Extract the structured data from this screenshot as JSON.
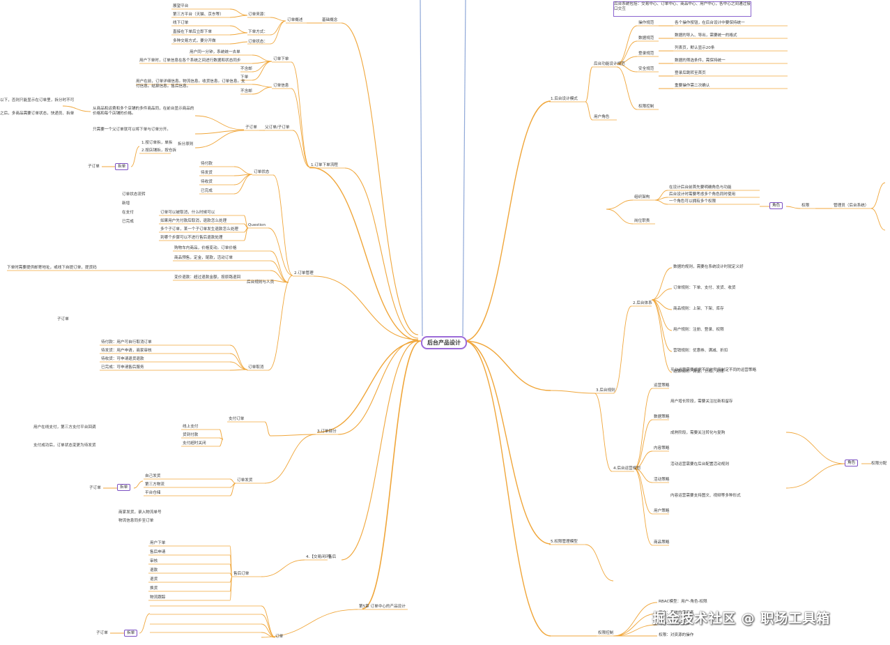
{
  "root": "后台产品设计",
  "watermark": "掘金技术社区 @ 职场工具箱",
  "colors": {
    "line": "#f0a63a",
    "root_border": "#9b6ad8",
    "box_border": "#7b4fc2",
    "trunk": "#8fa8d8"
  },
  "left": {
    "top_block": [
      "展望平台",
      "第三方平台（天猫、京东等）",
      "线下订单",
      "直接在下单后立即下单",
      "多种交易方式，要分开做"
    ],
    "top_block_right": [
      "订单来源：",
      "下单方式：",
      "订单状态："
    ],
    "b1": "订单概述",
    "b1_sub": "基础概念",
    "b2": "1.订单下单流程",
    "b3": "2.订单管理",
    "b4": "3.订单部分",
    "b5": "4.【交易闭环】",
    "b5_sub": "售后",
    "b_main": "第5章 订单中心的产品设计",
    "flow_items": [
      "用户同一分钟，系统统一去单",
      "用户下单时，订单信息在各个系统之间进行数据和状态同步",
      "不含邮",
      "下单",
      "用户在前，订单详细信息。物流信息。收货信息。订单信息。支付信息。结算信息。售后信息。",
      "不含邮"
    ],
    "flow_tags": [
      "订单下单",
      "订单信息"
    ],
    "split_intro": "从商品和运费和多个店铺的多件商品同，在前台显示商品的价格和每个店铺的价格。",
    "split_label": "子订单",
    "split_label2": "父订单/子订单",
    "split_note": "只需要一个父订单就可以将下单与订单分开。",
    "split_rule_title": "拆分原则",
    "split_rules": [
      "1.按订单拆，单拆",
      "2.按店铺拆，按仓拆"
    ],
    "outer_left_notes": [
      "以下，否则只能显示在订单里，拆分时不可",
      "之后，多商品需要订单状态，快递员、拆单"
    ],
    "mid_box": "拆单",
    "mid_box_left": "子订单",
    "status_title": "订单状态",
    "status_items": [
      "待付款",
      "待发货",
      "待收货",
      "已完成"
    ],
    "status_side": [
      "订单状态流转",
      "新增",
      "在支付",
      "已完成",
      "Question"
    ],
    "question_items": [
      "订单可以被取消，什么时候可以",
      "如果用户先付款后取消，退款怎么处理",
      "多个子订单，某一个子订单发生退款怎么处理",
      "到哪个步骤可以不进行售后退款处理"
    ],
    "rule_title": "后台规则与人员",
    "rule_items": [
      "购物车内商品，价格变动。订单价格",
      "商品预售，定金，尾款，活动订单",
      "下单时需要提供邮寄地址，或线下自提订单，提货码",
      "变价退款：超过退款金额，按原路退回"
    ],
    "cancel_title": "订单取消",
    "cancel_items": [
      "待付款：用户可自行取消订单",
      "待发货：用户申请，商家审核",
      "待收货：可申请退货退款",
      "已完成：可申请售后服务"
    ],
    "pay_title": "支付订单",
    "pay_items": [
      "线上支付",
      "货到付款",
      "支付超时关闭"
    ],
    "pay_side": [
      "子订单",
      "拆单"
    ],
    "pay_notes": [
      "用户在线支付，第三方支付平台回调",
      "支付成功后，订单状态变更为待发货"
    ],
    "ship_title": "订单发货",
    "ship_items": [
      "自己发货",
      "第三方物流",
      "平台仓储"
    ],
    "ship_notes": [
      "商家发货，录入物流单号",
      "物流信息同步至订单"
    ],
    "after_title": "售后订单",
    "after_items": [
      "用户下单",
      "售后申请",
      "审核",
      "退款",
      "退货",
      "换货",
      "物流跟踪"
    ],
    "after_bottom": [
      "子订单",
      "订单",
      "拆单"
    ],
    "bottom_left_label": "子订单"
  },
  "right": {
    "top_note": "后台系统包括：交易中心、订单中心、商品中心、用户中心，各中心之间通过接口交互",
    "b1": "1.后台设计模式",
    "b2": "2.后台体系",
    "b3": "3.后台规则",
    "b4": "4.后台运营规划",
    "b5": "5.权限管理模型",
    "b1_groups": [
      "操作规范",
      "数据规范",
      "登录规范",
      "安全规范"
    ],
    "b1_items": [
      "各个操作按钮，在后台设计中要保持统一",
      "数据的导入、导出，需要统一的格式",
      "列表页，默认显示20条",
      "数据的筛选条件，需保持统一",
      "登录后跳转至首页",
      "重要操作需二次确认"
    ],
    "b1_sub": [
      "后台功能设计规范",
      "权限控制",
      "用户角色"
    ],
    "b2_groups": [
      "组织架构",
      "岗位职责"
    ],
    "b2_items": [
      "在设计后台前首先要明确角色与功能",
      "后台设计时需要考虑多个角色同时使用",
      "一个角色可以拥有多个权限"
    ],
    "right_box": "角色",
    "right_box_side": "权限",
    "right_box_far": "管理员（后台系统）",
    "b3_items": [
      "数据的规则，需要在系统设计时就定义好",
      "订单规则：下单、支付、发货、收货",
      "商品规则：上架、下架、库存",
      "用户规则：注册、登录、权限",
      "营销规则：优惠券、满减、折扣",
      "结算规则：佣金、分成、对账"
    ],
    "b4_groups": [
      "运营策略",
      "数据策略",
      "内容策略",
      "活动策略",
      "用户策略",
      "商品策略"
    ],
    "b4_items": [
      "平台运营需要根据不同的阶段制定不同的运营策略",
      "用户增长阶段，需要关注拉新和留存",
      "成熟阶段，需要关注转化与复购",
      "活动运营需要在后台配置活动规则",
      "内容运营需要支持图文、视频等多种形式"
    ],
    "b4_box": "角色",
    "b4_box_far": "权限分配",
    "b5_items": [
      "RBAC模型：用户-角色-权限",
      "用户：系统的使用者",
      "角色：权限的集合",
      "权限：对资源的操作"
    ]
  }
}
